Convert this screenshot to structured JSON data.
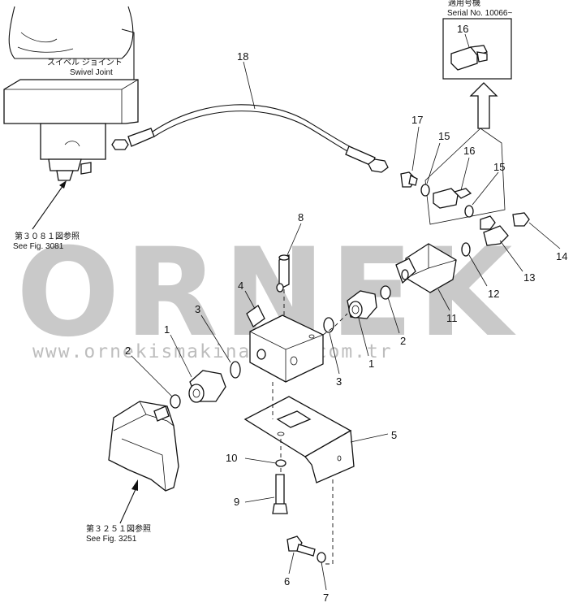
{
  "watermark": {
    "brand": "ORNEK",
    "url": "www.ornekismakinalari.com.tr"
  },
  "serial_box": {
    "title": "適用号機",
    "serial": "Serial No. 10066~",
    "part": "16"
  },
  "swivel_joint": {
    "label_jp": "スイベル ジョイント",
    "label_en": "Swivel Joint"
  },
  "references": [
    {
      "jp": "第３０８１図参照",
      "en": "See Fig. 3081"
    },
    {
      "jp": "第３２５１図参照",
      "en": "See Fig. 3251"
    }
  ],
  "callouts": [
    "18",
    "17",
    "15",
    "16",
    "15",
    "8",
    "4",
    "3",
    "1",
    "2",
    "14",
    "13",
    "12",
    "11",
    "2",
    "1",
    "3",
    "5",
    "10",
    "9",
    "6",
    "7"
  ]
}
